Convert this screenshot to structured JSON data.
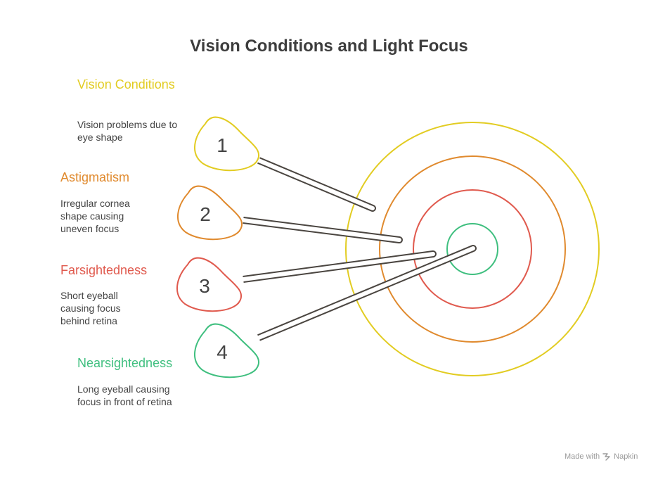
{
  "title": "Vision Conditions and Light Focus",
  "items": [
    {
      "number": "1",
      "heading": "Vision Conditions",
      "description": "Vision problems due to eye shape",
      "color": "#e2cc22"
    },
    {
      "number": "2",
      "heading": "Astigmatism",
      "description": "Irregular cornea shape causing uneven focus",
      "color": "#e08a2e"
    },
    {
      "number": "3",
      "heading": "Farsightedness",
      "description": "Short eyeball causing focus behind retina",
      "color": "#e05a4e"
    },
    {
      "number": "4",
      "heading": "Nearsightedness",
      "description": "Long eyeball causing focus in front of retina",
      "color": "#3fbf7f"
    }
  ],
  "ring_colors": [
    "#e2cc22",
    "#e08a2e",
    "#e05a4e",
    "#3fbf7f"
  ],
  "dart_color": "#4a4540",
  "watermark": {
    "prefix": "Made with",
    "brand": "Napkin",
    "icon": "napkin-logo-icon"
  }
}
